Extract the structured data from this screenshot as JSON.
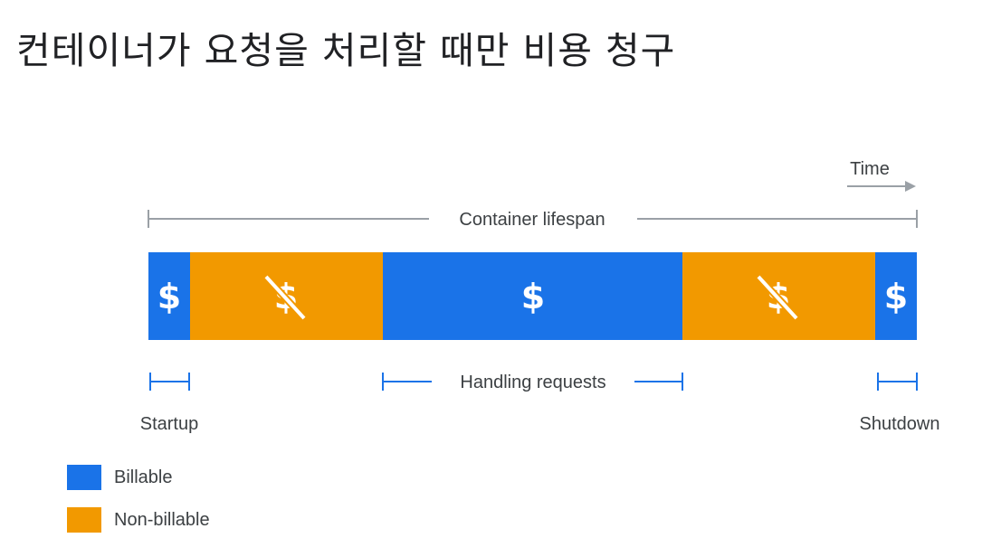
{
  "title": "컨테이너가 요청을 처리할 때만 비용 청구",
  "diagram": {
    "time_label": "Time",
    "lifespan_label": "Container lifespan",
    "handling_label": "Handling requests",
    "startup_label": "Startup",
    "shutdown_label": "Shutdown",
    "segments": [
      {
        "billable": true,
        "symbol": "$"
      },
      {
        "billable": false,
        "symbol": "$"
      },
      {
        "billable": true,
        "symbol": "$"
      },
      {
        "billable": false,
        "symbol": "$"
      },
      {
        "billable": true,
        "symbol": "$"
      }
    ]
  },
  "legend": {
    "billable_label": "Billable",
    "non_billable_label": "Non-billable"
  },
  "colors": {
    "billable": "#1a73e8",
    "non_billable": "#f29900",
    "timeline_gray": "#9aa0a6",
    "bracket_blue": "#1a73e8",
    "text": "#3c4043"
  }
}
